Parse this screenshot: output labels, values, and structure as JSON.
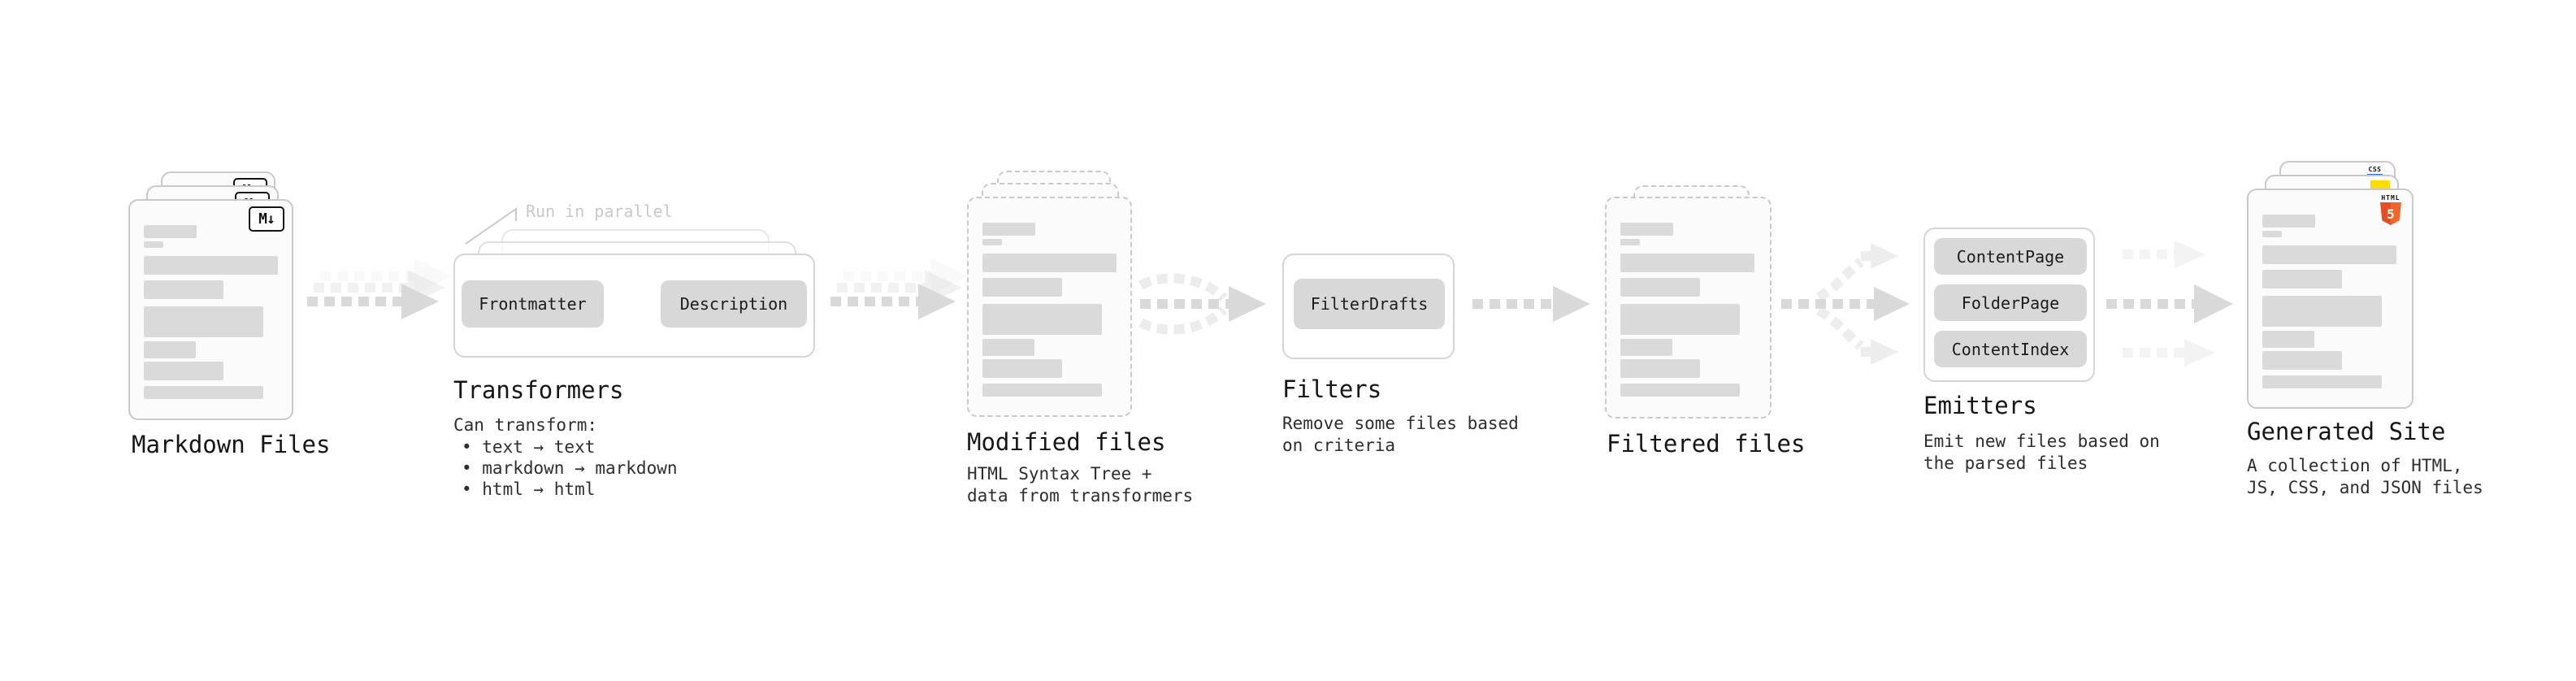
{
  "diagram": {
    "markdown": {
      "title": "Markdown Files",
      "badge": "M↓"
    },
    "transformers": {
      "title": "Transformers",
      "parallel_note": "Run in parallel",
      "left_box": "Frontmatter",
      "right_box": "Description",
      "desc_heading": "Can transform:",
      "bullet_1": "• text → text",
      "bullet_2": "• markdown → markdown",
      "bullet_3": "• html → html"
    },
    "modified": {
      "title": "Modified files",
      "desc_1": "HTML Syntax Tree +",
      "desc_2": "data from transformers"
    },
    "filters": {
      "title": "Filters",
      "box": "FilterDrafts",
      "desc_1": "Remove some files based",
      "desc_2": "on criteria"
    },
    "filtered": {
      "title": "Filtered files"
    },
    "emitters": {
      "title": "Emitters",
      "box_1": "ContentPage",
      "box_2": "FolderPage",
      "box_3": "ContentIndex",
      "desc_1": "Emit new files based on",
      "desc_2": "the parsed files"
    },
    "generated": {
      "title": "Generated Site",
      "desc_1": "A collection of HTML,",
      "desc_2": "JS, CSS, and JSON files",
      "css_badge": "CSS",
      "html_badge_label": "HTML",
      "html_badge_number": "5"
    }
  },
  "colors": {
    "arrow_gray": "#d9d9d9",
    "doc_border": "#c9c9c9",
    "doc_fill": "#fbfbfb",
    "box_fill": "#d8d8d8",
    "note_gray": "#c9c9c9",
    "js_yellow": "#ffdd00",
    "css_blue": "#2b6bf3",
    "html5_orange": "#e44d26"
  }
}
